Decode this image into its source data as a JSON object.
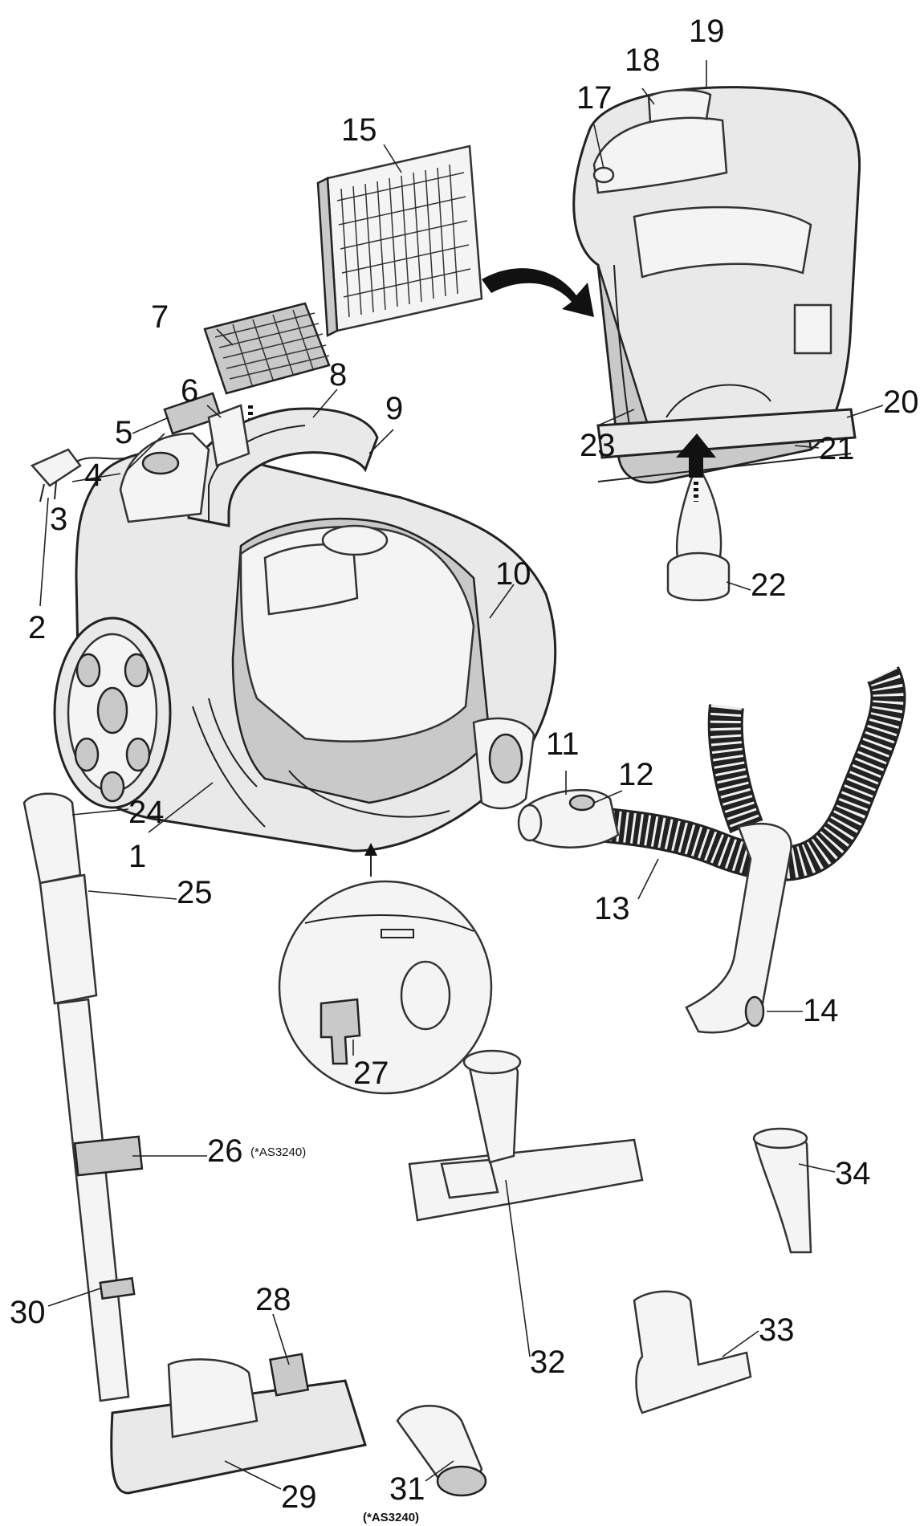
{
  "labels": [
    {
      "id": "1",
      "text": "1"
    },
    {
      "id": "2",
      "text": "2"
    },
    {
      "id": "3",
      "text": "3"
    },
    {
      "id": "4",
      "text": "4"
    },
    {
      "id": "5",
      "text": "5"
    },
    {
      "id": "6",
      "text": "6"
    },
    {
      "id": "7",
      "text": "7"
    },
    {
      "id": "8",
      "text": "8"
    },
    {
      "id": "9",
      "text": "9"
    },
    {
      "id": "10",
      "text": "10"
    },
    {
      "id": "11",
      "text": "11"
    },
    {
      "id": "12",
      "text": "12"
    },
    {
      "id": "13",
      "text": "13"
    },
    {
      "id": "14",
      "text": "14"
    },
    {
      "id": "15",
      "text": "15"
    },
    {
      "id": "17",
      "text": "17"
    },
    {
      "id": "18",
      "text": "18"
    },
    {
      "id": "19",
      "text": "19"
    },
    {
      "id": "20",
      "text": "20"
    },
    {
      "id": "21",
      "text": "21"
    },
    {
      "id": "22",
      "text": "22"
    },
    {
      "id": "23",
      "text": "23"
    },
    {
      "id": "24",
      "text": "24"
    },
    {
      "id": "25",
      "text": "25"
    },
    {
      "id": "26",
      "text": "26"
    },
    {
      "id": "27",
      "text": "27"
    },
    {
      "id": "28",
      "text": "28"
    },
    {
      "id": "29",
      "text": "29"
    },
    {
      "id": "30",
      "text": "30"
    },
    {
      "id": "31",
      "text": "31"
    },
    {
      "id": "32",
      "text": "32"
    },
    {
      "id": "33",
      "text": "33"
    },
    {
      "id": "34",
      "text": "34"
    }
  ],
  "notes": {
    "label26_note": "(*AS3240)",
    "label31_note": "(*AS3240)"
  }
}
